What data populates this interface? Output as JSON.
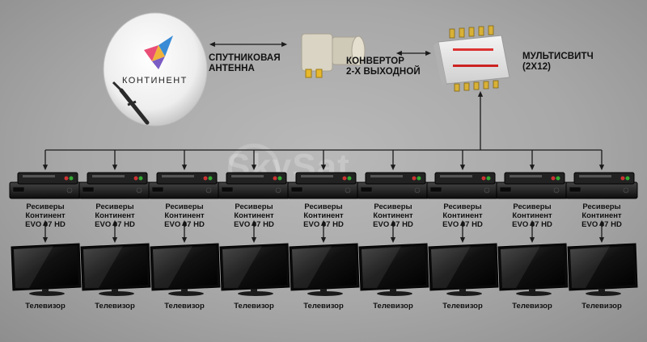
{
  "antenna": {
    "brand": "КОНТИНЕНТ",
    "label_line1": "СПУТНИКОВАЯ",
    "label_line2": "АНТЕННА"
  },
  "converter": {
    "label_line1": "КОНВЕРТОР",
    "label_line2": "2-Х ВЫХОДНОЙ"
  },
  "multiswitch": {
    "label_line1": "МУЛЬТИСВИТЧ",
    "label_line2": "(2Х12)"
  },
  "watermark": "SkySat",
  "receivers": [
    {
      "line1": "Ресиверы Континент",
      "line2": "EVO 07 HD"
    },
    {
      "line1": "Ресиверы Континент",
      "line2": "EVO 07 HD"
    },
    {
      "line1": "Ресиверы Континент",
      "line2": "EVO 07 HD"
    },
    {
      "line1": "Ресиверы Континент",
      "line2": "EVO 07 HD"
    },
    {
      "line1": "Ресиверы Континент",
      "line2": "EVO 07 HD"
    },
    {
      "line1": "Ресиверы Континент",
      "line2": "EVO 07 HD"
    },
    {
      "line1": "Ресиверы Континент",
      "line2": "EVO 07 HD"
    },
    {
      "line1": "Ресиверы Континент",
      "line2": "EVO 07 HD"
    },
    {
      "line1": "Ресиверы Континент",
      "line2": "EVO 07 HD"
    }
  ],
  "tvs": [
    {
      "label": "Телевизор"
    },
    {
      "label": "Телевизор"
    },
    {
      "label": "Телевизор"
    },
    {
      "label": "Телевизор"
    },
    {
      "label": "Телевизор"
    },
    {
      "label": "Телевизор"
    },
    {
      "label": "Телевизор"
    },
    {
      "label": "Телевизор"
    },
    {
      "label": "Телевизор"
    }
  ]
}
